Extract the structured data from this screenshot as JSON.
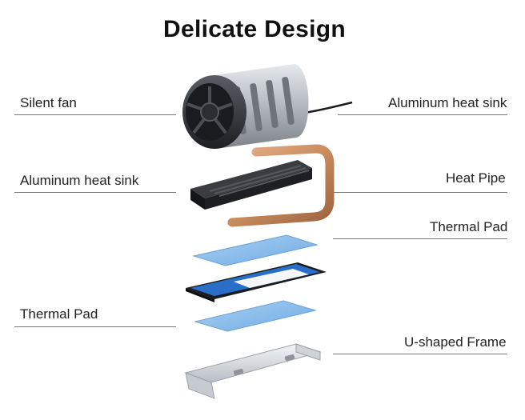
{
  "title": "Delicate Design",
  "labels": {
    "silent_fan": "Silent fan",
    "aluminum_heat_sink_right": "Aluminum heat sink",
    "aluminum_heat_sink_left": "Aluminum heat sink",
    "heat_pipe": "Heat Pipe",
    "thermal_pad_right": "Thermal Pad",
    "thermal_pad_left": "Thermal Pad",
    "u_shaped_frame": "U-shaped Frame"
  },
  "colors": {
    "heat_sink": "#1e1f22",
    "fan_body": "#2a2c30",
    "fan_fins": "#b9bec4",
    "copper": "#c98b5e",
    "thermal_pad": "#8ec0ee",
    "ssd_board": "#2a6fc7",
    "frame": "#d9dde1"
  }
}
